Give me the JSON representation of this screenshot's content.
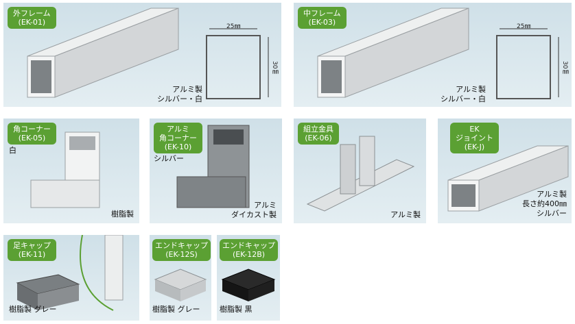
{
  "panels": {
    "ek01": {
      "title": "外フレーム",
      "code": "(EK-01)",
      "note1": "アルミ製",
      "note2": "シルバー・白",
      "width": "25㎜",
      "height": "30㎜"
    },
    "ek03": {
      "title": "中フレーム",
      "code": "(EK-03)",
      "note1": "アルミ製",
      "note2": "シルバー・白",
      "width": "25㎜",
      "height": "30㎜"
    },
    "ek05": {
      "title": "角コーナー",
      "code": "(EK-05)",
      "color": "白",
      "material": "樹脂製"
    },
    "ek10": {
      "title1": "アルミ",
      "title2": "角コーナー",
      "code": "(EK-10)",
      "color": "シルバー",
      "note1": "アルミ",
      "note2": "ダイカスト製"
    },
    "ek06": {
      "title": "組立金具",
      "code": "(EK-06)",
      "material": "アルミ製"
    },
    "ekj": {
      "title1": "EK",
      "title2": "ジョイント",
      "code": "(EK-J)",
      "note1": "アルミ製",
      "note2": "長さ約400㎜",
      "note3": "シルバー"
    },
    "ek11": {
      "title": "足キャップ",
      "code": "(EK-11)",
      "note": "樹脂製 グレー"
    },
    "ek12s": {
      "title": "エンドキャップ",
      "code": "(EK-12S)",
      "note": "樹脂製 グレー"
    },
    "ek12b": {
      "title": "エンドキャップ",
      "code": "(EK-12B)",
      "note": "樹脂製 黒"
    }
  },
  "colors": {
    "tag": "#5ba033",
    "panel": "#d8e6ec",
    "metal": "#c9ccce"
  }
}
